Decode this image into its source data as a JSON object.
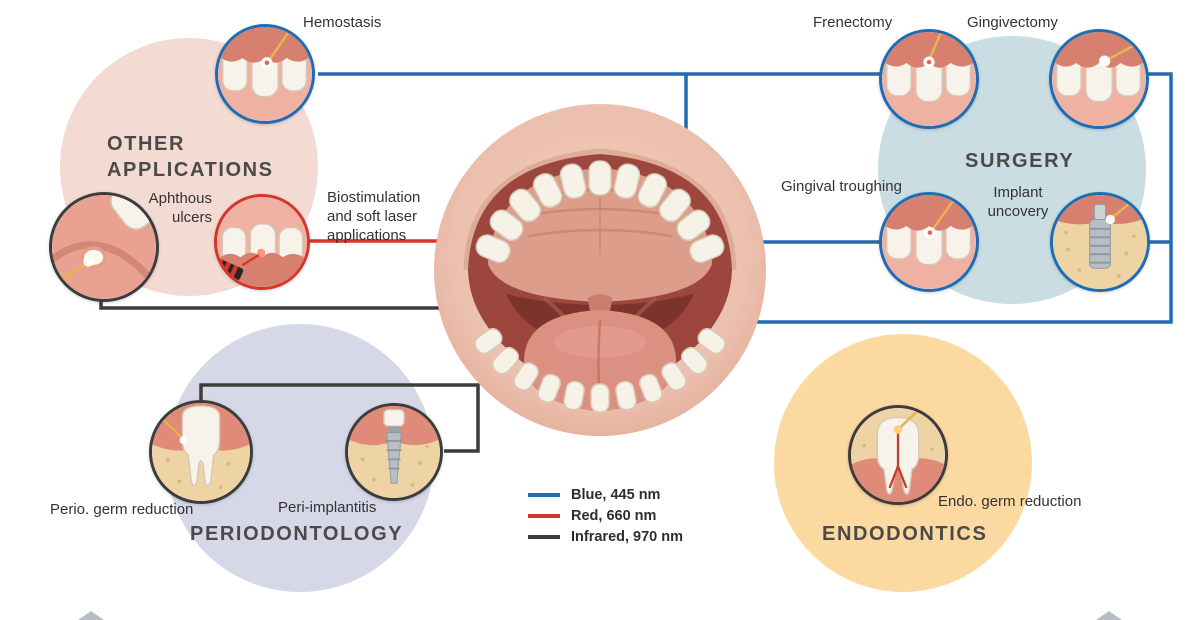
{
  "groups": [
    {
      "title": "OTHER APPLICATIONS",
      "color": "#f3dad3"
    },
    {
      "title": "SURGERY",
      "color": "#c9dde3"
    },
    {
      "title": "PERIODONTOLOGY",
      "color": "#d6d8e8"
    },
    {
      "title": "ENDODONTICS",
      "color": "#fbd9a1"
    }
  ],
  "procedures": [
    {
      "label": "Hemostasis",
      "wavelength": "blue"
    },
    {
      "label": "Aphthous ulcers",
      "wavelength": "infrared"
    },
    {
      "label": "Biostimulation and soft laser applications",
      "wavelength": "red"
    },
    {
      "label": "Frenectomy",
      "wavelength": "blue"
    },
    {
      "label": "Gingivectomy",
      "wavelength": "blue"
    },
    {
      "label": "Gingival troughing",
      "wavelength": "blue"
    },
    {
      "label": "Implant uncovery",
      "wavelength": "blue"
    },
    {
      "label": "Perio. germ reduction",
      "wavelength": "infrared"
    },
    {
      "label": "Peri-implantitis",
      "wavelength": "infrared"
    },
    {
      "label": "Endo. germ reduction",
      "wavelength": "infrared"
    }
  ],
  "legend": {
    "items": [
      {
        "label": "Blue, 445 nm",
        "color": "#1e6cb3"
      },
      {
        "label": "Red, 660 nm",
        "color": "#d7342b"
      },
      {
        "label": "Infrared, 970 nm",
        "color": "#3c3c3c"
      }
    ]
  }
}
